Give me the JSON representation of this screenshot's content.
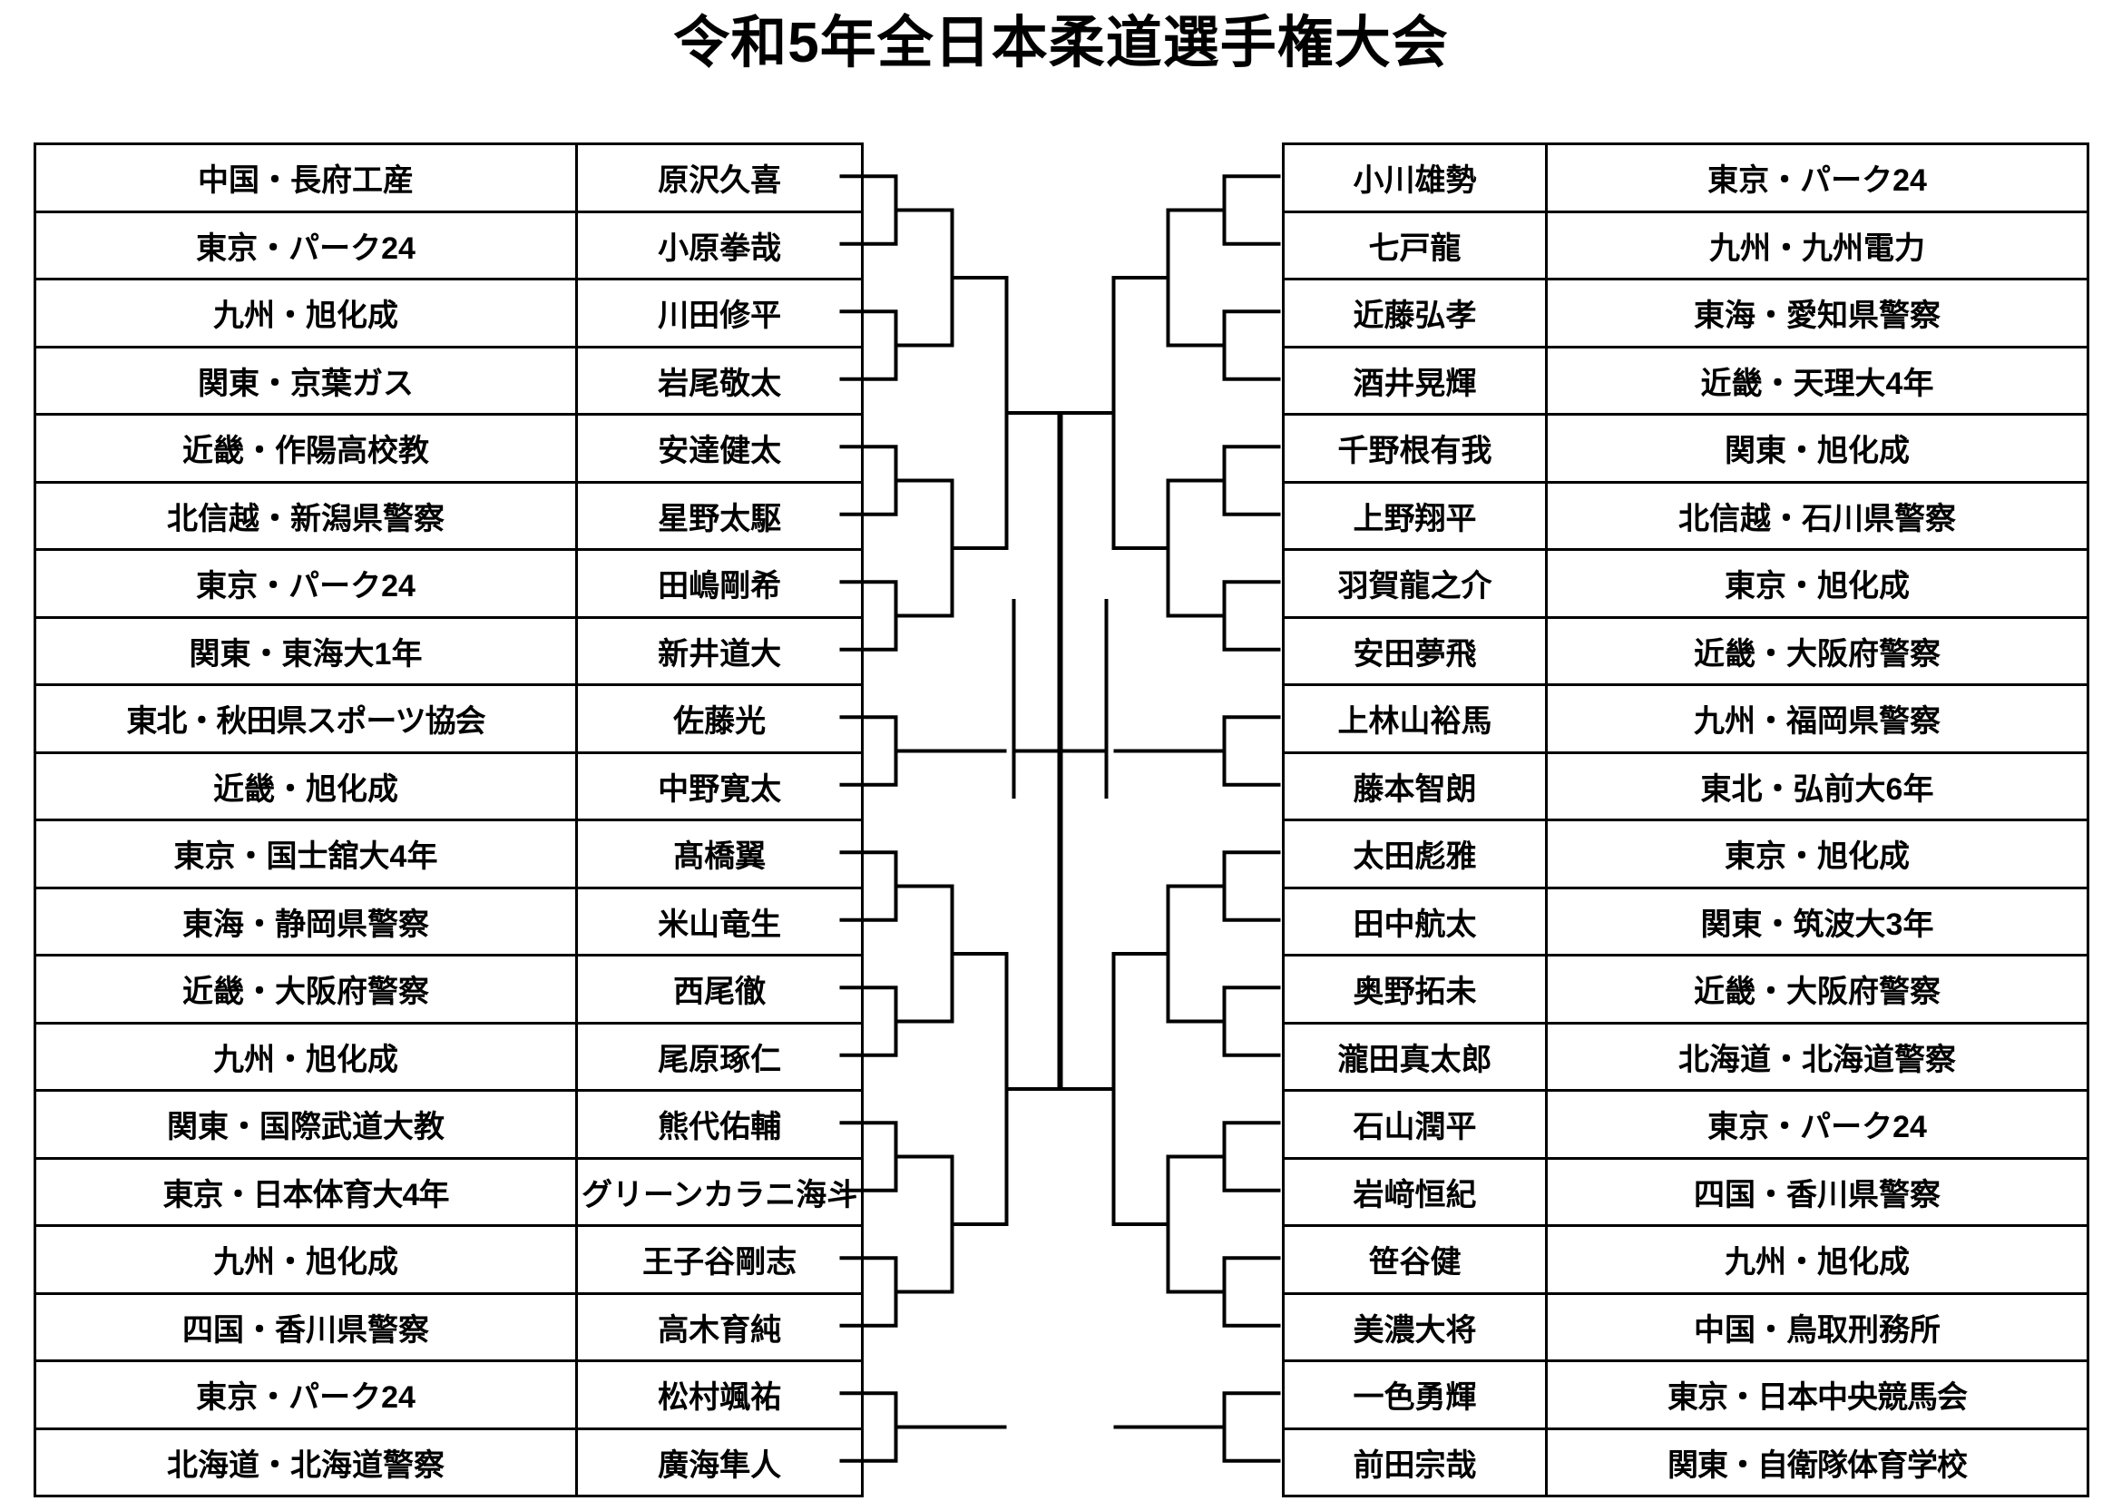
{
  "title": "令和5年全日本柔道選手権大会",
  "bracket": {
    "left": {
      "rows": [
        {
          "club": "中国・長府工産",
          "name": "原沢久喜"
        },
        {
          "club": "東京・パーク24",
          "name": "小原拳哉"
        },
        {
          "club": "九州・旭化成",
          "name": "川田修平"
        },
        {
          "club": "関東・京葉ガス",
          "name": "岩尾敬太"
        },
        {
          "club": "近畿・作陽高校教",
          "name": "安達健太"
        },
        {
          "club": "北信越・新潟県警察",
          "name": "星野太駆"
        },
        {
          "club": "東京・パーク24",
          "name": "田嶋剛希"
        },
        {
          "club": "関東・東海大1年",
          "name": "新井道大"
        },
        {
          "club": "東北・秋田県スポーツ協会",
          "name": "佐藤光"
        },
        {
          "club": "近畿・旭化成",
          "name": "中野寛太"
        },
        {
          "club": "東京・国士舘大4年",
          "name": "髙橋翼"
        },
        {
          "club": "東海・静岡県警察",
          "name": "米山竜生"
        },
        {
          "club": "近畿・大阪府警察",
          "name": "西尾徹"
        },
        {
          "club": "九州・旭化成",
          "name": "尾原琢仁"
        },
        {
          "club": "関東・国際武道大教",
          "name": "熊代佑輔"
        },
        {
          "club": "東京・日本体育大4年",
          "name": "グリーンカラニ海斗"
        },
        {
          "club": "九州・旭化成",
          "name": "王子谷剛志"
        },
        {
          "club": "四国・香川県警察",
          "name": "高木育純"
        },
        {
          "club": "東京・パーク24",
          "name": "松村颯祐"
        },
        {
          "club": "北海道・北海道警察",
          "name": "廣海隼人"
        }
      ]
    },
    "right": {
      "rows": [
        {
          "name": "小川雄勢",
          "club": "東京・パーク24"
        },
        {
          "name": "七戸龍",
          "club": "九州・九州電力"
        },
        {
          "name": "近藤弘孝",
          "club": "東海・愛知県警察"
        },
        {
          "name": "酒井晃輝",
          "club": "近畿・天理大4年"
        },
        {
          "name": "千野根有我",
          "club": "関東・旭化成"
        },
        {
          "name": "上野翔平",
          "club": "北信越・石川県警察"
        },
        {
          "name": "羽賀龍之介",
          "club": "東京・旭化成"
        },
        {
          "name": "安田夢飛",
          "club": "近畿・大阪府警察"
        },
        {
          "name": "上林山裕馬",
          "club": "九州・福岡県警察"
        },
        {
          "name": "藤本智朗",
          "club": "東北・弘前大6年"
        },
        {
          "name": "太田彪雅",
          "club": "東京・旭化成"
        },
        {
          "name": "田中航太",
          "club": "関東・筑波大3年"
        },
        {
          "name": "奥野拓未",
          "club": "近畿・大阪府警察"
        },
        {
          "name": "瀧田真太郎",
          "club": "北海道・北海道警察"
        },
        {
          "name": "石山潤平",
          "club": "東京・パーク24"
        },
        {
          "name": "岩﨑恒紀",
          "club": "四国・香川県警察"
        },
        {
          "name": "笹谷健",
          "club": "九州・旭化成"
        },
        {
          "name": "美濃大将",
          "club": "中国・鳥取刑務所"
        },
        {
          "name": "一色勇輝",
          "club": "東京・日本中央競馬会"
        },
        {
          "name": "前田宗哉",
          "club": "関東・自衛隊体育学校"
        }
      ]
    }
  },
  "colors": {
    "line": "#000000",
    "background": "#ffffff",
    "text": "#000000"
  }
}
